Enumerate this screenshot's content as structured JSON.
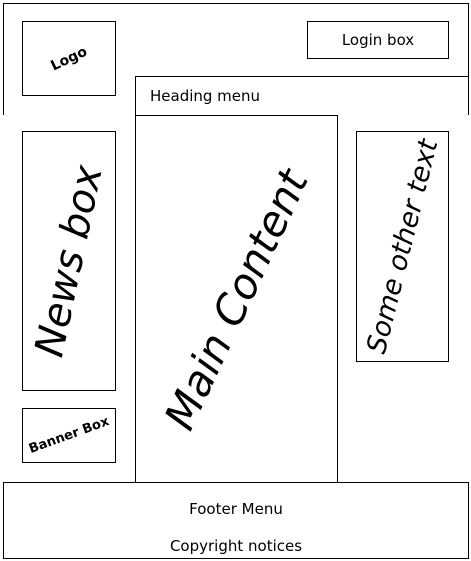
{
  "labels": {
    "logo": "Logo",
    "login_box": "Login box",
    "heading_menu": "Heading menu",
    "news_box": "News box",
    "banner_box": "Banner Box",
    "main_content": "Main Content",
    "some_other_text": "Some other text",
    "footer_menu": "Footer Menu",
    "copyright": "Copyright notices"
  }
}
